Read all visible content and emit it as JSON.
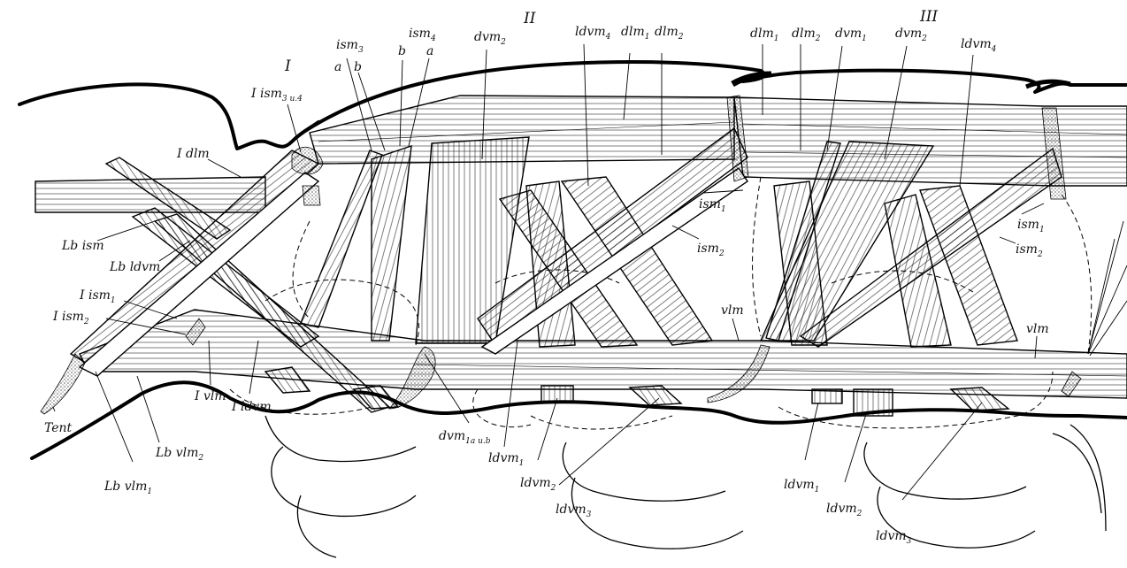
{
  "figure": {
    "segment_labels": {
      "seg1": "I",
      "seg2": "II",
      "seg3": "III"
    },
    "labels": {
      "ism3_top": {
        "main": "ism",
        "sub": "3"
      },
      "ism4_top": {
        "main": "ism",
        "sub": "4"
      },
      "a1": "a",
      "b1": "b",
      "b2": "b",
      "a2": "a",
      "dvm2_seg2": {
        "main": "dvm",
        "sub": "2"
      },
      "ldvm4_seg2": {
        "main": "ldvm",
        "sub": "4"
      },
      "dlm1_seg2": {
        "main": "dlm",
        "sub": "1"
      },
      "dlm2_seg2": {
        "main": "dlm",
        "sub": "2"
      },
      "dlm1_seg3": {
        "main": "dlm",
        "sub": "1"
      },
      "dlm2_seg3": {
        "main": "dlm",
        "sub": "2"
      },
      "dvm1_seg3": {
        "main": "dvm",
        "sub": "1"
      },
      "dvm2_seg3": {
        "main": "dvm",
        "sub": "2"
      },
      "ldvm4_seg3": {
        "main": "ldvm",
        "sub": "4"
      },
      "Iism34": {
        "main": "I ism",
        "sub": "3 u.4"
      },
      "Idlm": "I dlm",
      "Lbism": "Lb ism",
      "Lbldvm": "Lb ldvm",
      "Iism1": {
        "main": "I ism",
        "sub": "1"
      },
      "Iism2": {
        "main": "I ism",
        "sub": "2"
      },
      "ism1_seg2": {
        "main": "ism",
        "sub": "1"
      },
      "ism2_seg2": {
        "main": "ism",
        "sub": "2"
      },
      "ism1_seg3": {
        "main": "ism",
        "sub": "1"
      },
      "ism2_seg3": {
        "main": "ism",
        "sub": "2"
      },
      "vlm_seg2": "vlm",
      "vlm_seg3": "vlm",
      "Ivlm": "I vlm",
      "Ildvm": "I ldvm",
      "Tent": "Tent",
      "Lbvlm2": {
        "main": "Lb vlm",
        "sub": "2"
      },
      "Lbvlm1": {
        "main": "Lb vlm",
        "sub": "1"
      },
      "dvm1aub": {
        "main": "dvm",
        "sub": "1a u.b"
      },
      "ldvm1_seg2": {
        "main": "ldvm",
        "sub": "1"
      },
      "ldvm2_seg2": {
        "main": "ldvm",
        "sub": "2"
      },
      "ldvm3_seg2": {
        "main": "ldvm",
        "sub": "3"
      },
      "ldvm1_seg3": {
        "main": "ldvm",
        "sub": "1"
      },
      "ldvm2_seg3": {
        "main": "ldvm",
        "sub": "2"
      },
      "ldvm3_seg3": {
        "main": "ldvm",
        "sub": "3"
      }
    }
  }
}
